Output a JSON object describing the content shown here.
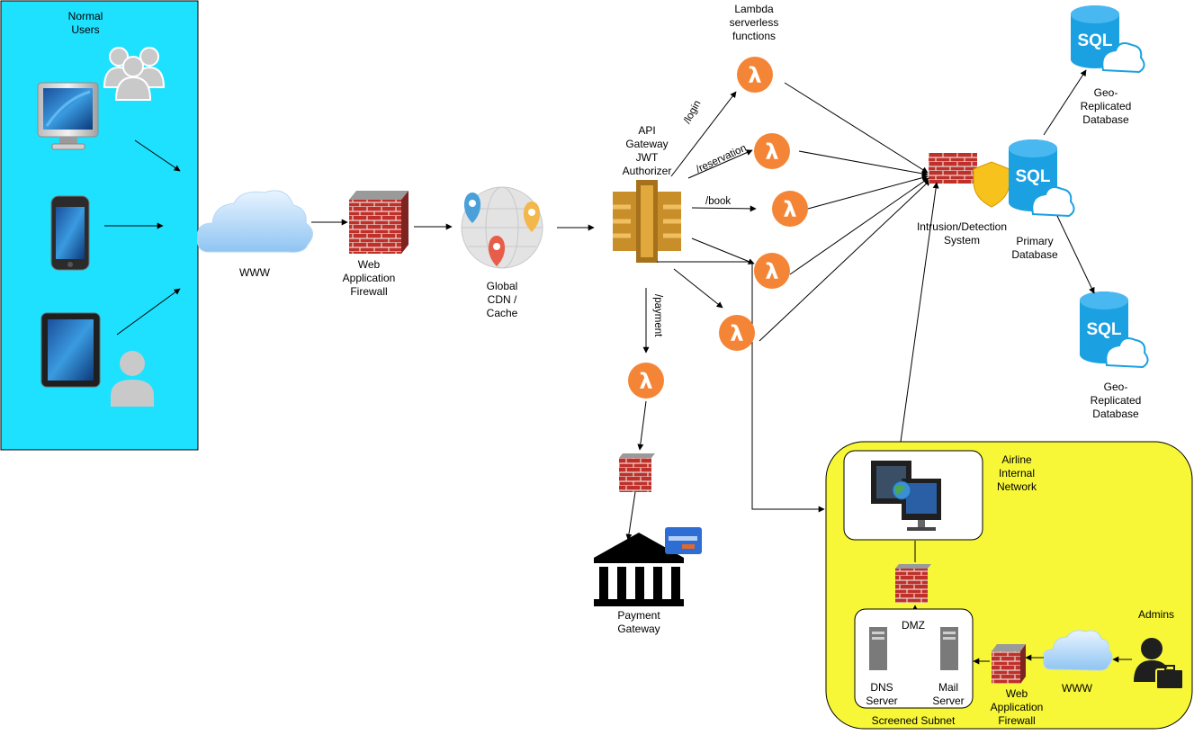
{
  "users": {
    "title_line1": "Normal",
    "title_line2": "Users",
    "bg_color": "#1ee0ff"
  },
  "www_label": "WWW",
  "waf": {
    "line1": "Web",
    "line2": "Application",
    "line3": "Firewall"
  },
  "cdn": {
    "line1": "Global",
    "line2": "CDN /",
    "line3": "Cache"
  },
  "api": {
    "line1": "API",
    "line2": "Gateway",
    "line3": "JWT",
    "line4": "Authorizer"
  },
  "lambda": {
    "line1": "Lambda",
    "line2": "serverless",
    "line3": "functions",
    "symbol": "λ",
    "color": "#f58536"
  },
  "routes": {
    "login": "/login",
    "reservation": "/reservation",
    "book": "/book",
    "payment": "/payment"
  },
  "ids": {
    "line1": "Intrusion/Detection",
    "line2": "System"
  },
  "db": {
    "sql_text": "SQL",
    "color": "#1ba1e2",
    "geo_top": {
      "line1": "Geo-",
      "line2": "Replicated",
      "line3": "Database"
    },
    "primary": {
      "line1": "Primary",
      "line2": "Database"
    },
    "geo_bottom": {
      "line1": "Geo-",
      "line2": "Replicated",
      "line3": "Database"
    }
  },
  "payment_gateway": {
    "line1": "Payment",
    "line2": "Gateway"
  },
  "internal": {
    "bg_color": "#f7f738",
    "network": {
      "line1": "Airline",
      "line2": "Internal",
      "line3": "Network"
    },
    "dmz": "DMZ",
    "dns": {
      "line1": "DNS",
      "line2": "Server"
    },
    "mail": {
      "line1": "Mail",
      "line2": "Server"
    },
    "screened_subnet": "Screened Subnet",
    "admins": "Admins",
    "www": "WWW",
    "waf": {
      "line1": "Web",
      "line2": "Application",
      "line3": "Firewall"
    }
  }
}
